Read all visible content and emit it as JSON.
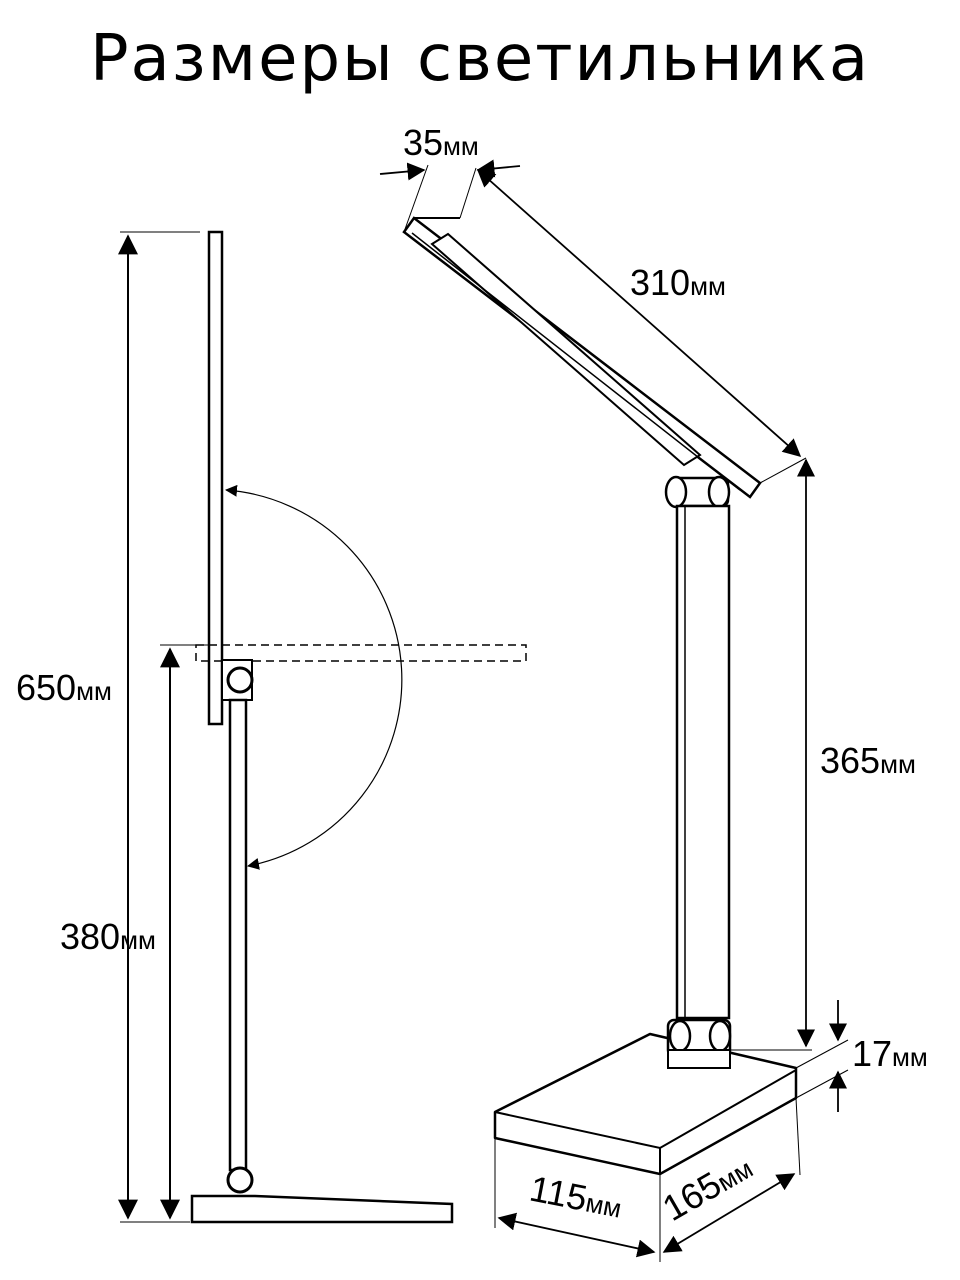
{
  "title": "Размеры светильника",
  "dimensions": {
    "total_height": {
      "value": "650",
      "unit": "мм"
    },
    "lower_arm": {
      "value": "380",
      "unit": "мм"
    },
    "head_width": {
      "value": "35",
      "unit": "мм"
    },
    "head_length": {
      "value": "310",
      "unit": "мм"
    },
    "arm_height": {
      "value": "365",
      "unit": "мм"
    },
    "base_thickness": {
      "value": "17",
      "unit": "мм"
    },
    "base_width": {
      "value": "115",
      "unit": "мм"
    },
    "base_depth": {
      "value": "165",
      "unit": "мм"
    }
  }
}
